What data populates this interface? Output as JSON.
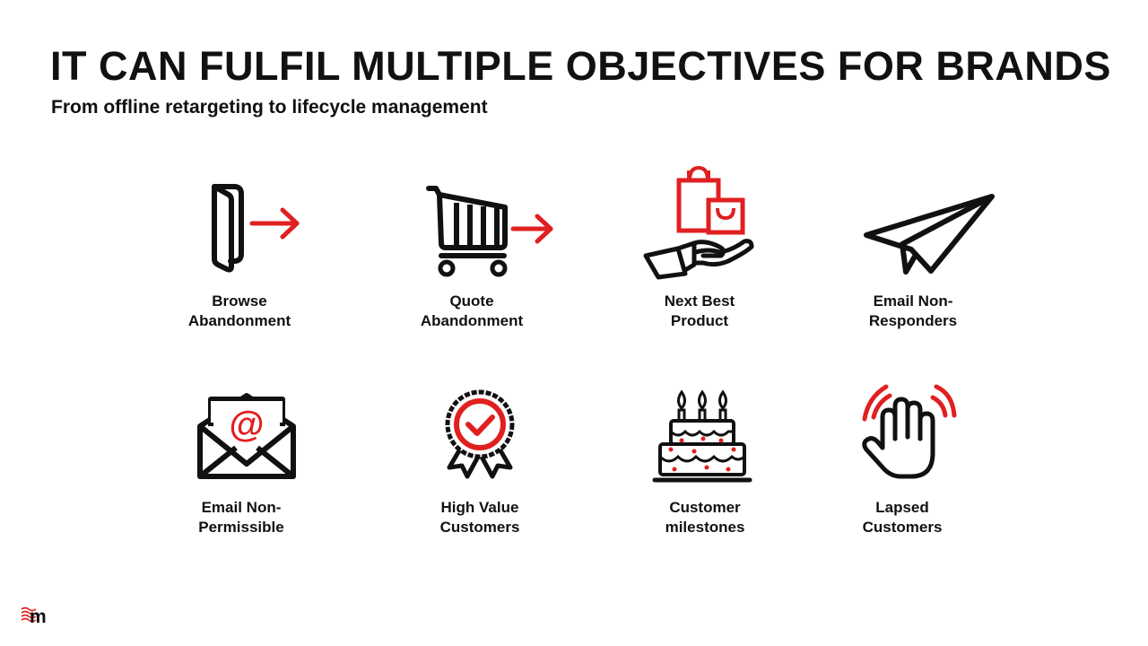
{
  "title": "IT CAN FULFIL MULTIPLE OBJECTIVES FOR BRANDS",
  "subtitle": "From offline retargeting to lifecycle management",
  "colors": {
    "accent": "#e02020",
    "ink": "#111111",
    "background": "#ffffff"
  },
  "objectives": [
    {
      "icon": "door-exit-icon",
      "label": "Browse Abandonment"
    },
    {
      "icon": "shopping-cart-exit-icon",
      "label": "Quote Abandonment"
    },
    {
      "icon": "hand-shopping-bags-icon",
      "label": "Next Best Product"
    },
    {
      "icon": "paper-plane-icon",
      "label": "Email Non-Responders"
    },
    {
      "icon": "email-envelope-at-icon",
      "label": "Email Non-Permissible"
    },
    {
      "icon": "award-badge-icon",
      "label": "High Value Customers"
    },
    {
      "icon": "birthday-cake-icon",
      "label": "Customer milestones"
    },
    {
      "icon": "waving-hand-icon",
      "label": "Lapsed Customers"
    }
  ],
  "logo": {
    "icon": "brand-logo-icon",
    "text": "m"
  }
}
